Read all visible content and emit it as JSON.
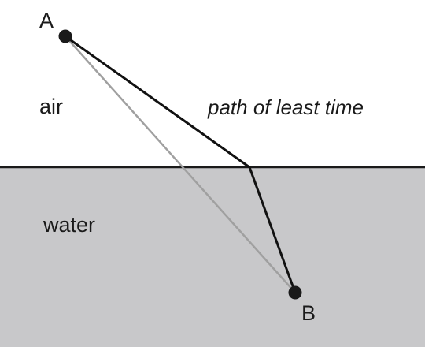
{
  "labels": {
    "point_a": "A",
    "point_b": "B",
    "upper_medium": "air",
    "lower_medium": "water",
    "refracted_path": "path of least time"
  },
  "colors": {
    "air": "#ffffff",
    "water": "#c8c8ca",
    "boundary": "#1a1a1a",
    "refracted_path": "#111111",
    "straight_path": "#a0a0a0",
    "points": "#1a1a1a"
  }
}
